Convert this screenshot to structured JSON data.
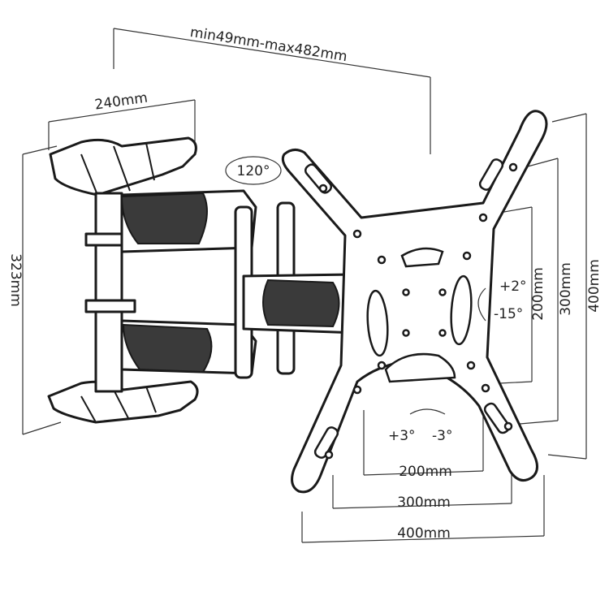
{
  "dimensions": {
    "extension": "min49mm-max482mm",
    "wall_plate_width": "240mm",
    "wall_plate_height": "323mm",
    "vesa_vertical_200": "200mm",
    "vesa_vertical_300": "300mm",
    "vesa_vertical_400": "400mm",
    "vesa_horizontal_200": "200mm",
    "vesa_horizontal_300": "300mm",
    "vesa_horizontal_400": "400mm"
  },
  "adjustments": {
    "swivel": "120°",
    "tilt_up": "+2°",
    "tilt_down": "-15°",
    "level_plus": "+3°",
    "level_minus": "-3°"
  }
}
